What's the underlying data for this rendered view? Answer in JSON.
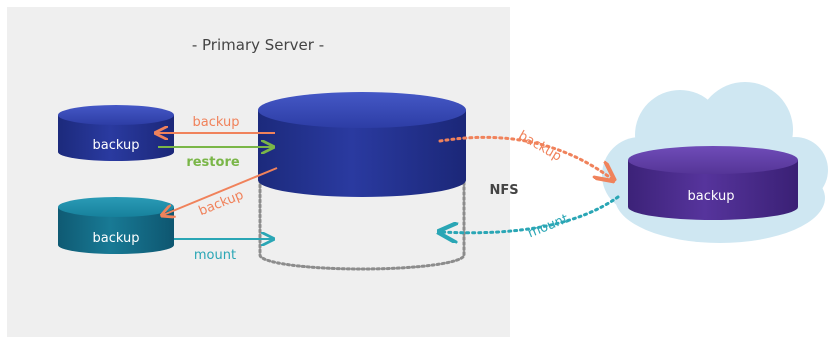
{
  "title": "- Primary Server -",
  "colors": {
    "panel": "#efefef",
    "backup_arrow": "#f0825b",
    "restore_arrow": "#7ab648",
    "mount_arrow": "#2aa6b5",
    "nfs_dotted_gray": "#8c8c8c",
    "disk_blue": "#24338f",
    "disk_blue_top": "#3646b4",
    "disk_teal": "#136b85",
    "disk_teal_top": "#1f8ba4",
    "disk_purple": "#4a2a8e",
    "disk_purple_top": "#5c3aa4",
    "cloud": "#cfe7f2"
  },
  "disks": {
    "left_top": "backup",
    "left_bottom": "backup",
    "cloud": "backup"
  },
  "arrows": {
    "backup_top": "backup",
    "restore": "restore",
    "backup_mid": "backup",
    "mount_left": "mount",
    "backup_cloud": "backup",
    "mount_cloud": "mount"
  },
  "nfs_label": "NFS"
}
